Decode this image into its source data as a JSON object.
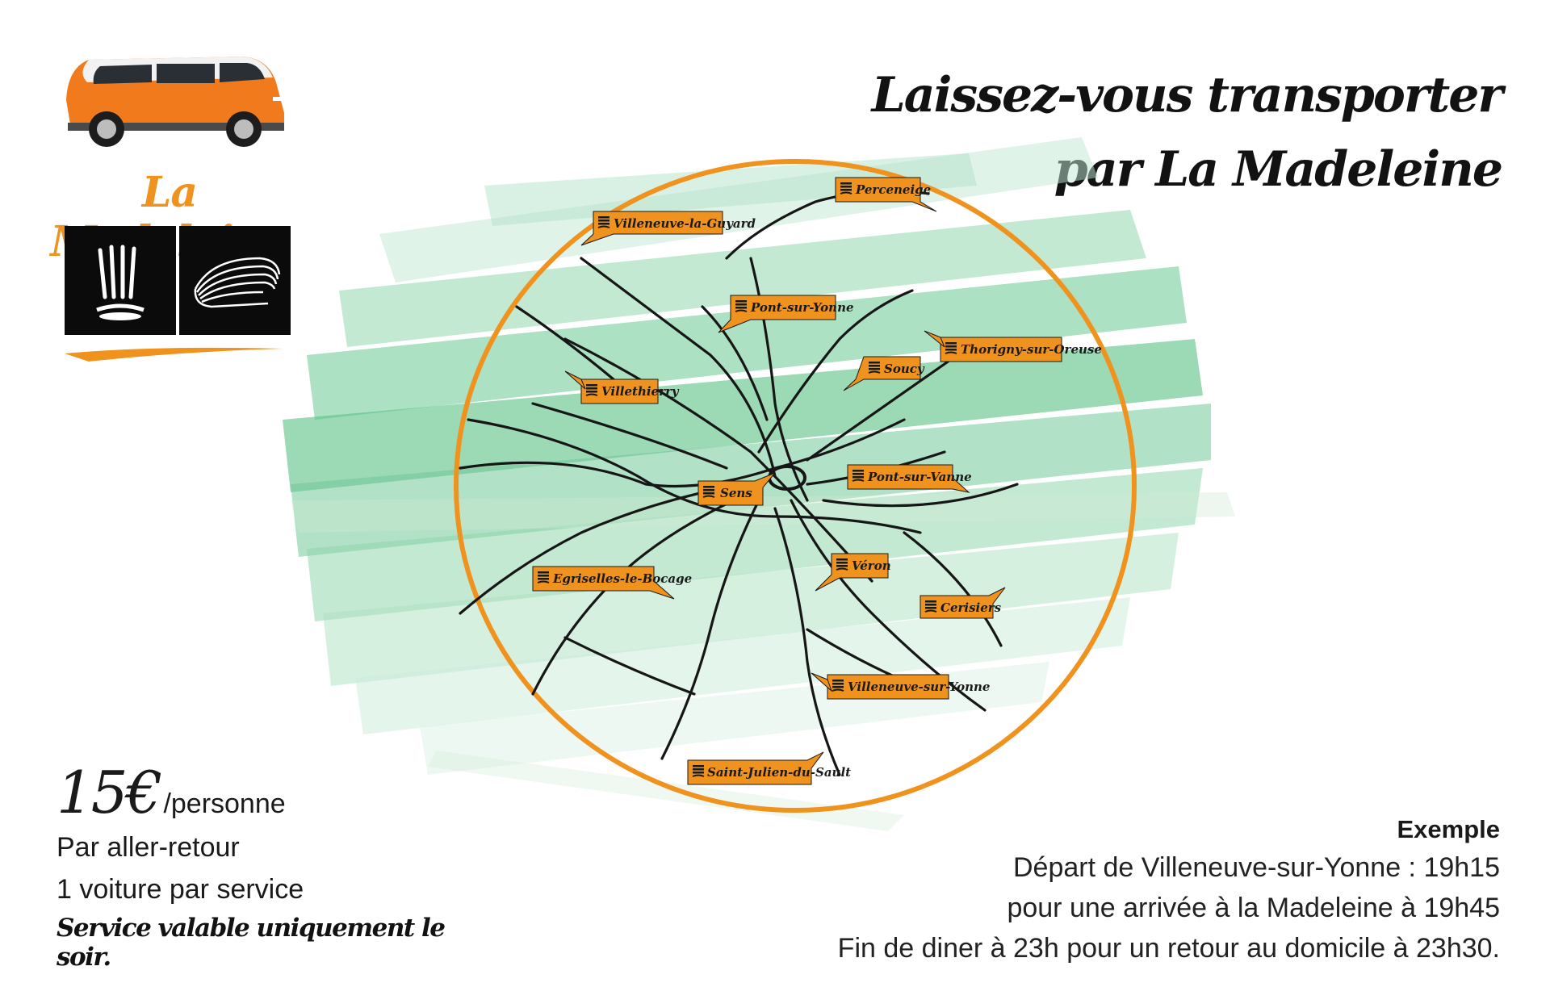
{
  "brand": {
    "name": "La Madeleine",
    "accent_color": "#f0921e",
    "green_color": "#3cb46e"
  },
  "headline": {
    "line1": "Laissez-vous transporter",
    "line2": "par La Madeleine"
  },
  "map": {
    "towns": {
      "perceneige": "Perceneige",
      "villeneuve_la_guyard": "Villeneuve-la-Guyard",
      "pont_sur_yonne": "Pont-sur-Yonne",
      "thorigny_sur_oreuse": "Thorigny-sur-Oreuse",
      "soucy": "Soucy",
      "villethierry": "Villethierry",
      "sens": "Sens",
      "pont_sur_vanne": "Pont-sur-Vanne",
      "egriselles_le_bocage": "Egriselles-le-Bocage",
      "veron": "Véron",
      "cerisiers": "Cerisiers",
      "villeneuve_sur_yonne": "Villeneuve-sur-Yonne",
      "saint_julien_du_sault": "Saint-Julien-du-Sault"
    }
  },
  "pricing": {
    "amount": "15€",
    "unit": "/personne",
    "line1": "Par aller-retour",
    "line2": "1 voiture par service",
    "note": "Service valable uniquement le soir."
  },
  "example": {
    "title": "Exemple",
    "line1": "Départ de Villeneuve-sur-Yonne : 19h15",
    "line2": "pour une arrivée à la Madeleine à 19h45",
    "line3": "Fin de diner à 23h pour un retour au domicile à 23h30."
  }
}
